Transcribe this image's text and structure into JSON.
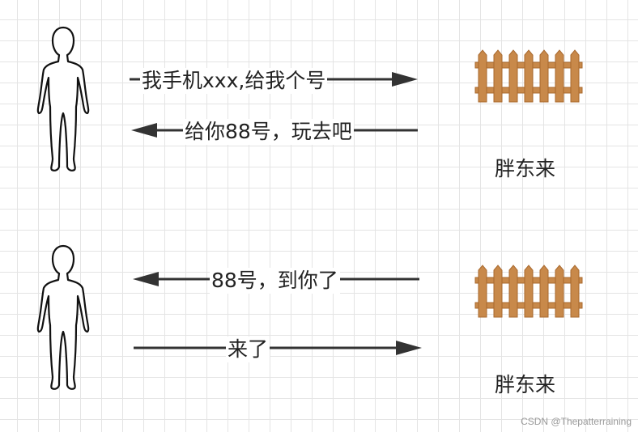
{
  "scene1": {
    "msg_to_shop": "我手机xxx,给我个号",
    "msg_to_person": "给你88号，玩去吧",
    "shop_name": "胖东来"
  },
  "scene2": {
    "msg_to_person": "88号，到你了",
    "msg_to_shop": "来了",
    "shop_name": "胖东来"
  },
  "watermark": "CSDN @Thepatterraining",
  "colors": {
    "arrow": "#333333",
    "fence": "#c8894a",
    "fence_dark": "#a9692e"
  }
}
